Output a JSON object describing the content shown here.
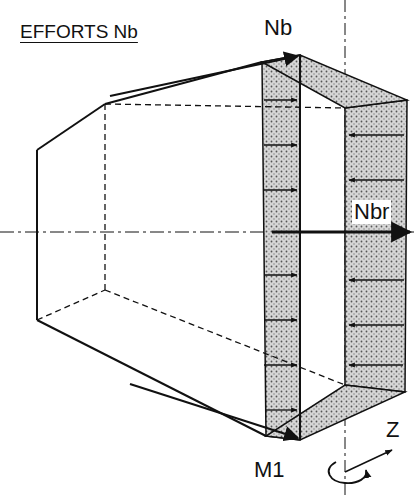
{
  "diagram": {
    "title": "EFFORTS Nb",
    "labels": [
      "Nb",
      "Nbr",
      "M1",
      "Z"
    ]
  }
}
